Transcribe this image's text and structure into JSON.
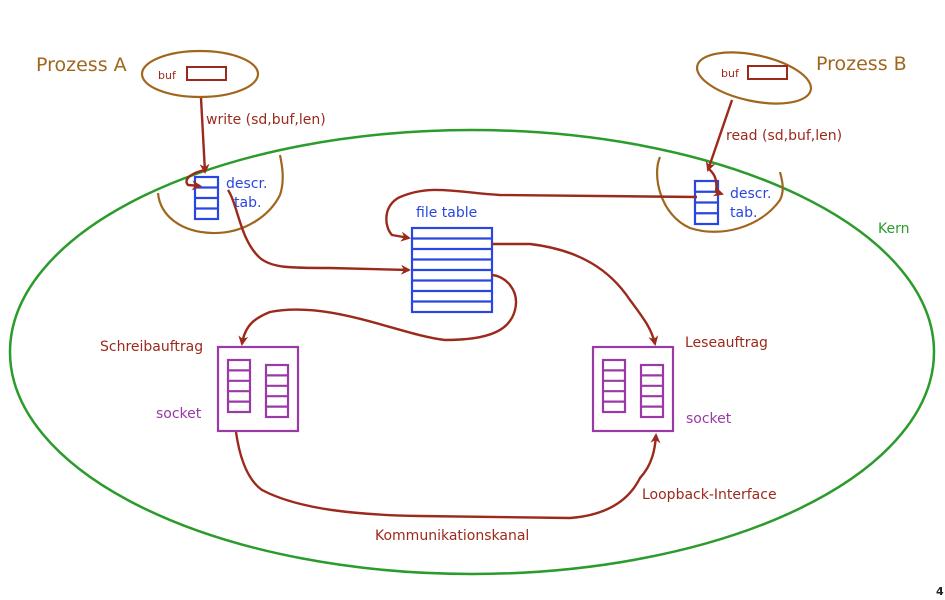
{
  "colors": {
    "process": "#a0661e",
    "arrow": "#9b2a1c",
    "table": "#2a46e0",
    "socket": "#9a3aa6",
    "kernel": "#2b9b2b"
  },
  "processes": {
    "a": {
      "name": "Prozess A",
      "buffer_label": "buf",
      "call": "write (sd,buf,len)"
    },
    "b": {
      "name": "Prozess B",
      "buffer_label": "buf",
      "call": "read (sd,buf,len)"
    }
  },
  "kernel": {
    "label": "Kern"
  },
  "descriptor_tables": {
    "a": {
      "line1": "descr.",
      "line2": "tab."
    },
    "b": {
      "line1": "descr.",
      "line2": "tab."
    }
  },
  "file_table": {
    "label": "file table"
  },
  "sockets": {
    "write": {
      "request_label": "Schreibauftrag",
      "socket_label": "socket"
    },
    "read": {
      "request_label": "Leseauftrag",
      "socket_label": "socket"
    }
  },
  "channel": {
    "label": "Kommunikationskanal",
    "interface_label": "Loopback-Interface"
  },
  "page_number": "4"
}
